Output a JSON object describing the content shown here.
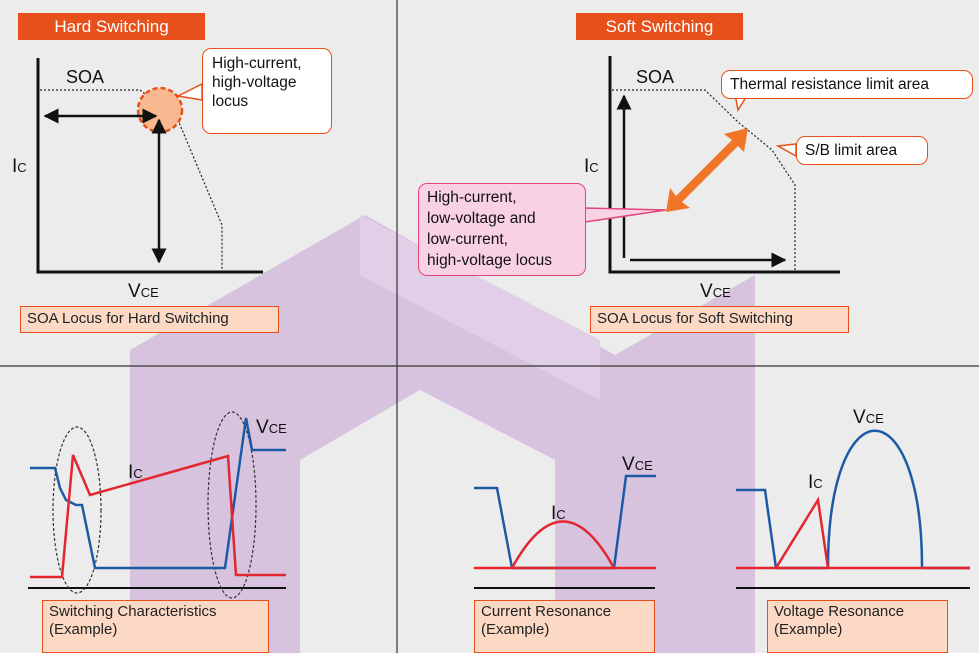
{
  "panels": {
    "hard": {
      "title": "Hard Switching",
      "soa": "SOA",
      "callout": [
        "High-current,",
        "high-voltage",
        "locus"
      ],
      "ylabel_main": "I",
      "ylabel_sub": "C",
      "xlabel_main": "V",
      "xlabel_sub": "CE",
      "caption": "SOA Locus for Hard Switching"
    },
    "soft": {
      "title": "Soft Switching",
      "soa": "SOA",
      "thermal": "Thermal resistance limit area",
      "sb": "S/B limit area",
      "callout": [
        "High-current,",
        "low-voltage and",
        "low-current,",
        "high-voltage locus"
      ],
      "ylabel_main": "I",
      "ylabel_sub": "C",
      "xlabel_main": "V",
      "xlabel_sub": "CE",
      "caption": "SOA Locus for Soft Switching"
    },
    "switching": {
      "ic_main": "I",
      "ic_sub": "C",
      "vce_main": "V",
      "vce_sub": "CE",
      "caption": [
        "Switching Characteristics",
        "(Example)"
      ]
    },
    "current_res": {
      "ic_main": "I",
      "ic_sub": "C",
      "vce_main": "V",
      "vce_sub": "CE",
      "caption": [
        "Current Resonance",
        "(Example)"
      ]
    },
    "voltage_res": {
      "ic_main": "I",
      "ic_sub": "C",
      "vce_main": "V",
      "vce_sub": "CE",
      "caption": [
        "Voltage Resonance",
        "(Example)"
      ]
    }
  },
  "colors": {
    "accent": "#e8501b",
    "ic_trace": "#e3262f",
    "vce_trace": "#1c5aa6",
    "watermark": "#c8a2d6"
  }
}
